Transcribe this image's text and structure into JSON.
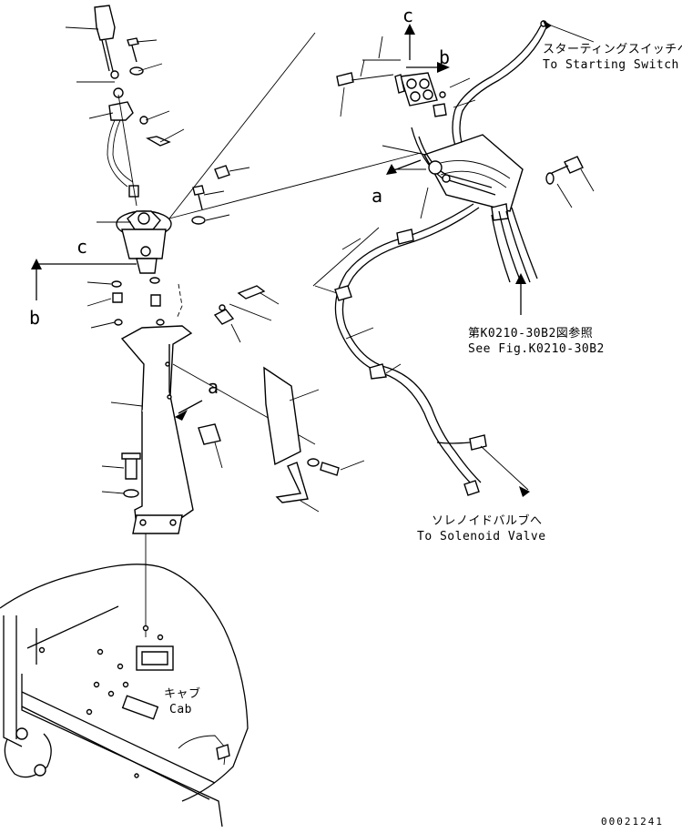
{
  "diagram": {
    "refs": {
      "c_top": "c",
      "b_top": "b",
      "a_top": "a",
      "c_left": "c",
      "b_left": "b",
      "a_left": "a"
    },
    "notes": {
      "starting_switch_jp": "スターティングスイッチへ",
      "starting_switch_en": "To Starting Switch",
      "see_fig_jp": "第K0210-30B2図参照",
      "see_fig_en": "See Fig.K0210-30B2",
      "solenoid_jp": "ソレノイドバルブへ",
      "solenoid_en": "To Solenoid Valve",
      "cab_jp": "キャブ",
      "cab_en": "Cab"
    },
    "drawing_code": "00021241"
  }
}
